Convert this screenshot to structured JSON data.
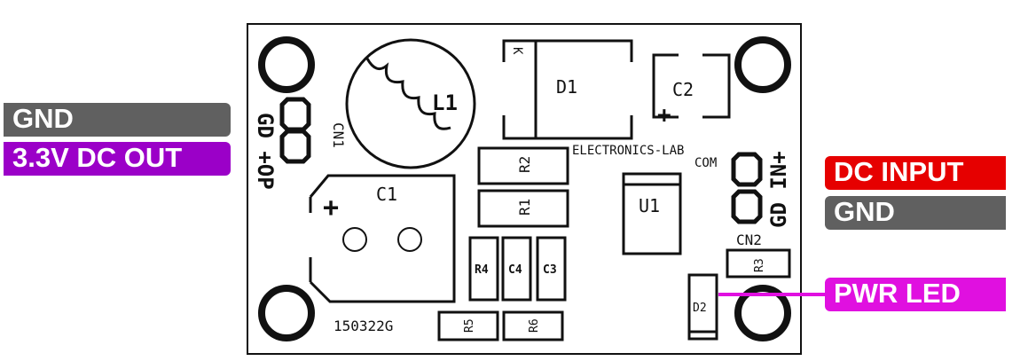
{
  "labels": {
    "gnd_left": "GND",
    "out": "3.3V DC OUT",
    "dc_input": "DC INPUT",
    "gnd_right": "GND",
    "pwr_led": "PWR LED"
  },
  "silkscreen": {
    "l1": "L1",
    "d1": "D1",
    "d1_k": "K",
    "c2": "C2",
    "c2_plus": "+",
    "cn1": "CN1",
    "cn1_pins": "GD +OP",
    "c1": "C1",
    "c1_plus": "+",
    "r2": "R2",
    "r1": "R1",
    "brand_line1": "ELECTRONICS-LAB",
    "brand_line2": "COM",
    "u1": "U1",
    "cn2_pins": "GD IN+",
    "cn2": "CN2",
    "r4": "R4",
    "c4": "C4",
    "c3": "C3",
    "r3": "R3",
    "d2": "D2",
    "r5": "R5",
    "r6": "R6",
    "code": "150322G"
  },
  "colors": {
    "gray_tag": "#606060",
    "purple_tag": "#9b00c8",
    "red_tag": "#e60000",
    "magenta_tag": "#e010e0",
    "silk": "#111111"
  }
}
